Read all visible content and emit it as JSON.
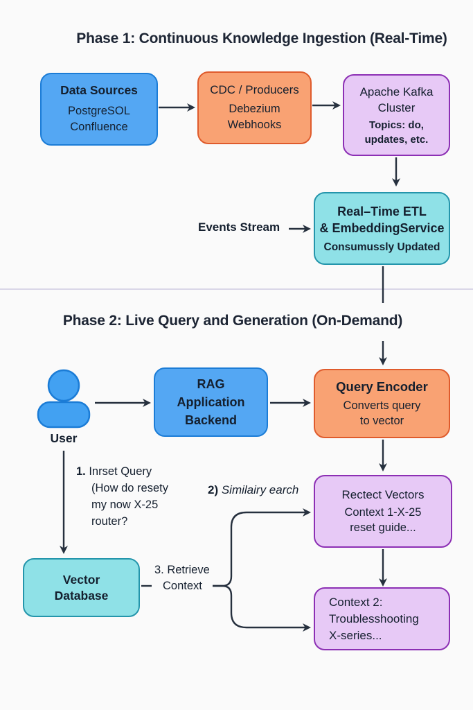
{
  "phase1": {
    "title": "Phase 1: Continuous Knowledge Ingestion (Real-Time)"
  },
  "phase2": {
    "title": "Phase 2: Live Query and Generation (On-Demand)"
  },
  "nodes": {
    "data_sources": {
      "title": "Data Sources",
      "line1": "PostgreSOL",
      "line2": "Confluence"
    },
    "cdc": {
      "title": "CDC / Producers",
      "line1": "Debezium",
      "line2": "Webhooks"
    },
    "kafka": {
      "title_line1": "Apache Kafka",
      "title_line2": "Cluster",
      "line1": "Topics: do,",
      "line2": "updates, etc."
    },
    "etl": {
      "title_line1": "Real–Time ETL",
      "title_line2": "& EmbeddingService",
      "subtitle": "Consumussly Updated"
    },
    "user": {
      "label": "User"
    },
    "rag": {
      "title_line1": "RAG",
      "title_line2": "Application",
      "title_line3": "Backend"
    },
    "query_encoder": {
      "title": "Query Encoder",
      "line1": "Converts query",
      "line2": "to vector"
    },
    "retrieved_vectors": {
      "title": "Rectect Vectors",
      "line1": "Context 1-X-25",
      "line2": "reset guide..."
    },
    "context2": {
      "line1": "Context 2:",
      "line2": "Troublesshooting",
      "line3": "X-series..."
    },
    "vector_db": {
      "title_line1": "Vector",
      "title_line2": "Database"
    }
  },
  "labels": {
    "events_stream": "Events Stream",
    "step1_num": "1.",
    "step1_text": " Inrset Query",
    "step1_line2": "(How do resety",
    "step1_line3": "my now X-25",
    "step1_line4": "router?",
    "step2_num": "2)",
    "step2_text": " Similairy earch",
    "step3_line1": "3. Retrieve",
    "step3_line2": "Context"
  },
  "colors": {
    "blue_fill": "#54a7f3",
    "blue_border": "#1b7cd6",
    "orange_fill": "#f9a273",
    "orange_border": "#df5b2c",
    "purple_fill": "#e7c9f6",
    "purple_border": "#8c2fb4",
    "teal_fill": "#8fe1e7",
    "teal_border": "#2495ab",
    "arrow": "#26303e",
    "text": "#141f2e",
    "divider": "#d9d6e7",
    "background": "#fafafa"
  }
}
